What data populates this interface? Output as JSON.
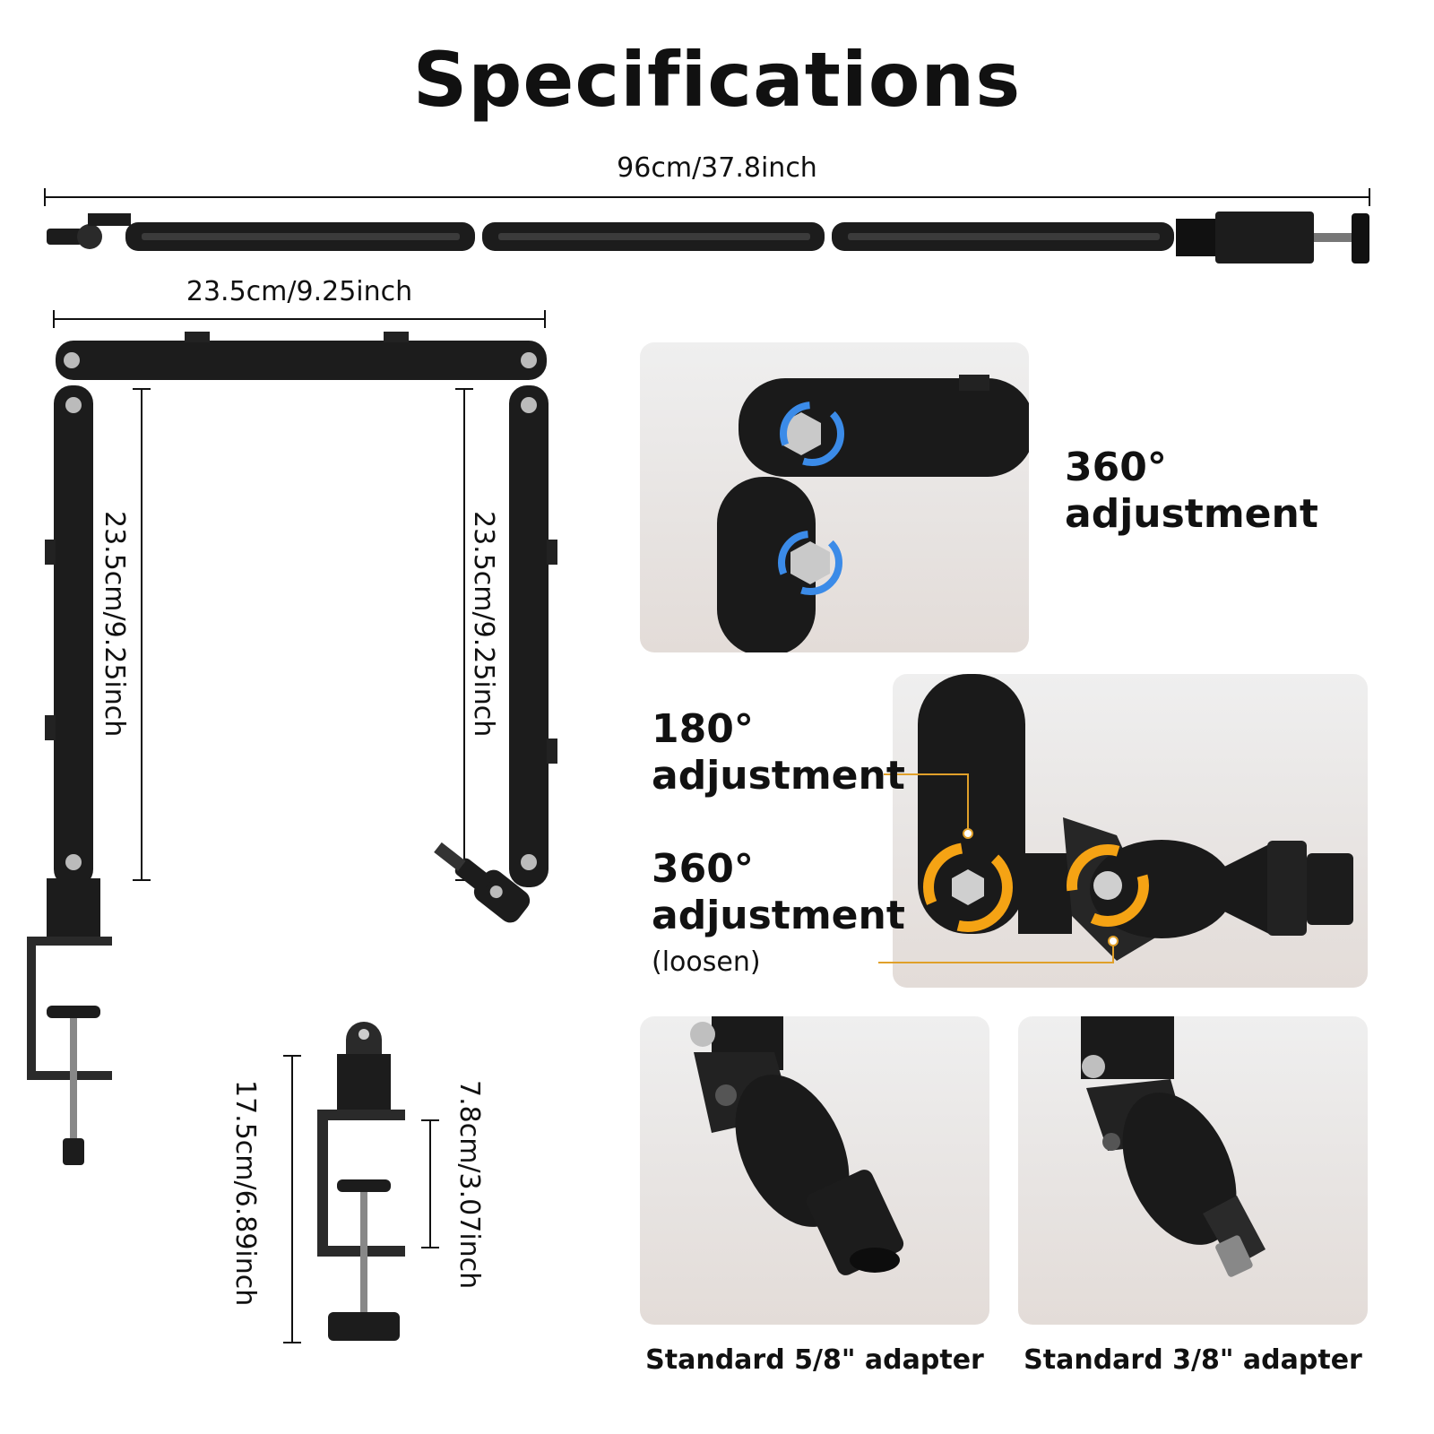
{
  "title": "Specifications",
  "dimensions": {
    "total_length": "96cm/37.8inch",
    "top_arm_width": "23.5cm/9.25inch",
    "left_arm_height": "23.5cm/9.25inch",
    "right_arm_height": "23.5cm/9.25inch",
    "clamp_height": "17.5cm/6.89inch",
    "clamp_opening": "7.8cm/3.07inch"
  },
  "features": {
    "top_joint": {
      "angle": "360°",
      "text": "adjustment"
    },
    "elbow_joint": {
      "angle": "180°",
      "text": "adjustment"
    },
    "ball_joint": {
      "angle": "360°",
      "text": "adjustment",
      "note": "(loosen)"
    }
  },
  "adapters": [
    {
      "label": "Standard 5/8\" adapter"
    },
    {
      "label": "Standard 3/8\" adapter"
    }
  ],
  "colors": {
    "arm": "#1c1c1c",
    "rotation_blue": "#3b8be8",
    "rotation_orange": "#f5a314",
    "callout_line": "#e0a02a"
  }
}
